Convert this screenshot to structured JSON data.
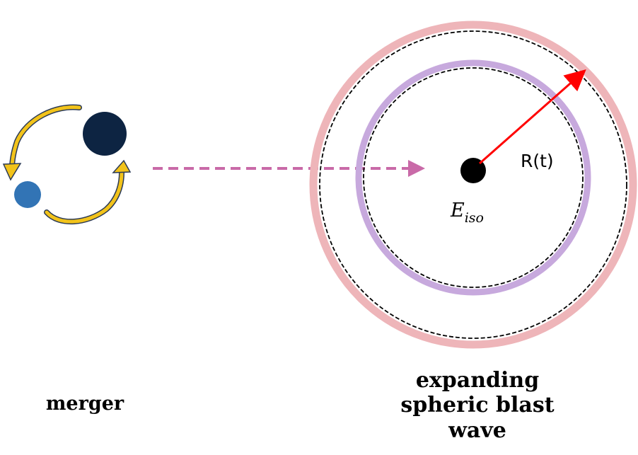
{
  "captions": {
    "merger": "merger",
    "blast_wave_line1": "expanding",
    "blast_wave_line2": "spheric blast",
    "blast_wave_line3": "wave"
  },
  "labels": {
    "radius": "R(t)",
    "energy_main": "E",
    "energy_sub": "iso"
  },
  "colors": {
    "outer_shell": "#eeb5b9",
    "inner_shell": "#c7a9dd",
    "dashed_circle": "#000000",
    "center_dot": "#000000",
    "radius_arrow": "#ff0000",
    "propagation_arrow": "#c96aa8",
    "large_star": "#0d2442",
    "small_star": "#3274b5",
    "orbit_arrow_fill": "#f2c31a",
    "orbit_arrow_stroke": "#2b3a55"
  },
  "icons": {
    "orbit": "orbit-arrows-icon",
    "propagation": "dashed-arrow-icon"
  }
}
